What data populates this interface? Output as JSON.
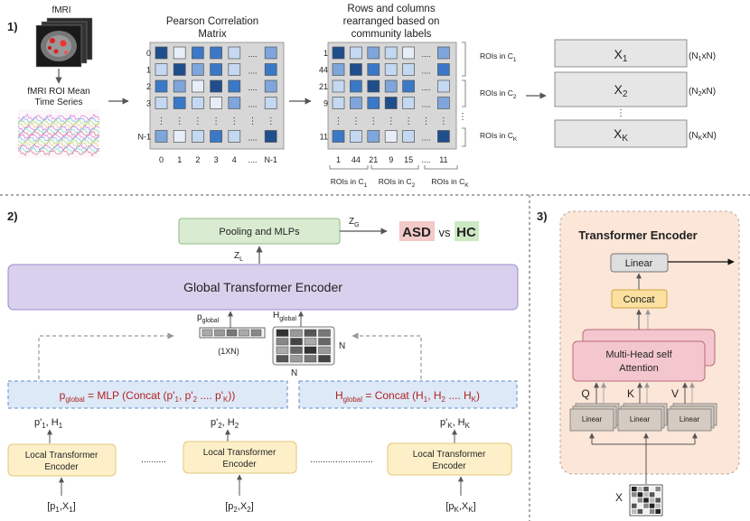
{
  "colors": {
    "navy": "#1f4e8c",
    "blue": "#3b78c7",
    "mid": "#7ea6dc",
    "light": "#c5d8f1",
    "pale": "#e8eef8",
    "global_encoder_fill": "#d8d0ec",
    "global_encoder_stroke": "#9b8cc8",
    "pool_fill": "#d9ecd2",
    "pool_stroke": "#90b884",
    "local_fill": "#fdf0c9",
    "local_stroke": "#e2c77a",
    "formula_fill": "#dde9f7",
    "formula_stroke": "#5a8ccb",
    "formula_text": "#b22222",
    "asd_bg": "#f3c9c9",
    "hc_bg": "#cde9c3",
    "panel3_fill": "#fbe6d8",
    "panel3_stroke": "#b5a79c",
    "attn_fill": "#f4c7cf",
    "attn_stroke": "#b96b78",
    "concat_fill": "#fbe0a0",
    "concat_stroke": "#d1a53c",
    "linear_fill": "#dedede",
    "linear_stroke": "#777777",
    "small_linear_fill": "#d5cbc2"
  },
  "panel1": {
    "label": "1)",
    "fmri": {
      "title": "fMRI",
      "ts_title_line1": "fMRI ROI Mean",
      "ts_title_line2": "Time Series"
    },
    "pearson": {
      "title_line1": "Pearson Correlation",
      "title_line2": "Matrix",
      "row_labels": [
        "0",
        "1",
        "2",
        "3",
        "",
        "N-1"
      ],
      "col_labels": [
        "0",
        "1",
        "2",
        "3",
        "4",
        "....",
        "N-1"
      ],
      "cells": [
        [
          "navy",
          "pale",
          "blue",
          "blue",
          "light",
          "",
          "mid"
        ],
        [
          "light",
          "navy",
          "mid",
          "blue",
          "light",
          "",
          "blue"
        ],
        [
          "blue",
          "mid",
          "pale",
          "navy",
          "blue",
          "",
          "mid"
        ],
        [
          "light",
          "blue",
          "light",
          "pale",
          "mid",
          "",
          "light"
        ],
        [
          "",
          "",
          "",
          "",
          "",
          "",
          ""
        ],
        [
          "mid",
          "pale",
          "light",
          "blue",
          "light",
          "",
          "navy"
        ]
      ]
    },
    "rearranged": {
      "title_line1": "Rows and columns",
      "title_line2": "rearranged based on",
      "title_line3": "community labels",
      "row_labels": [
        "1",
        "44",
        "21",
        "9",
        "",
        "11"
      ],
      "col_labels": [
        "1",
        "44",
        "21",
        "9",
        "15",
        "....",
        "11"
      ],
      "cells": [
        [
          "navy",
          "light",
          "mid",
          "light",
          "pale",
          "",
          "mid"
        ],
        [
          "mid",
          "navy",
          "blue",
          "light",
          "light",
          "",
          "blue"
        ],
        [
          "light",
          "blue",
          "navy",
          "mid",
          "blue",
          "",
          "light"
        ],
        [
          "light",
          "mid",
          "blue",
          "navy",
          "light",
          "",
          "mid"
        ],
        [
          "",
          "",
          "",
          "",
          "",
          "",
          ""
        ],
        [
          "blue",
          "light",
          "mid",
          "pale",
          "light",
          "",
          "navy"
        ]
      ],
      "group_labels": [
        {
          "main": "ROIs in C",
          "sub": "1"
        },
        {
          "main": "ROIs in C",
          "sub": "2"
        },
        {
          "main": "ROIs in C",
          "sub": "K"
        }
      ]
    },
    "brace_labels": [
      {
        "main": "ROIs in C",
        "sub": "1"
      },
      {
        "main": "ROIs in C",
        "sub": "2"
      },
      {
        "main": "ROIs in C",
        "sub": "K"
      }
    ],
    "x_blocks": [
      {
        "main": "X",
        "sub": "1",
        "dim_a": "(N",
        "dim_sub": "1",
        "dim_b": "xN)"
      },
      {
        "main": "X",
        "sub": "2",
        "dim_a": "(N",
        "dim_sub": "2",
        "dim_b": "xN)"
      },
      {
        "main": "X",
        "sub": "K",
        "dim_a": "(N",
        "dim_sub": "K",
        "dim_b": "xN)"
      }
    ]
  },
  "panel2": {
    "label": "2)",
    "pooling": "Pooling and MLPs",
    "zg": {
      "main": "Z",
      "sub": "G"
    },
    "zl": {
      "main": "Z",
      "sub": "L"
    },
    "result": {
      "asd": "ASD",
      "vs": "vs",
      "hc": "HC"
    },
    "global_encoder": "Global Transformer Encoder",
    "p_global": {
      "main": "p",
      "sub": "global"
    },
    "h_global": {
      "main": "H",
      "sub": "global"
    },
    "dim_1xn": "(1XN)",
    "n_label": "N",
    "formula_left": {
      "p": "p",
      "p_sub": "global",
      "text": " = MLP (Concat (p'",
      "s1": "1",
      "t2": ", p'",
      "s2": "2",
      "t3": " .... p'",
      "sK": "K",
      "t4": "))"
    },
    "formula_right": {
      "h": "H",
      "h_sub": "global",
      "text": " = Concat (H",
      "s1": "1",
      "t2": ", H",
      "s2": "2",
      "t3": " .... H",
      "sK": "K",
      "t4": ")"
    },
    "outputs": [
      {
        "p": "p'",
        "ps": "1",
        "h": ", H",
        "hs": "1"
      },
      {
        "p": "p'",
        "ps": "2",
        "h": ", H",
        "hs": "2"
      },
      {
        "p": "p'",
        "ps": "K",
        "h": ", H",
        "hs": "K"
      }
    ],
    "local_encoder_line1": "Local Transformer",
    "local_encoder_line2": "Encoder",
    "inputs": [
      {
        "a": "[p",
        "as": "1",
        "b": ",X",
        "bs": "1",
        "c": "]"
      },
      {
        "a": "[p",
        "as": "2",
        "b": ",X",
        "bs": "2",
        "c": "]"
      },
      {
        "a": "[p",
        "as": "K",
        "b": ",X",
        "bs": "K",
        "c": "]"
      }
    ]
  },
  "panel3": {
    "label": "3)",
    "title": "Transformer Encoder",
    "linear": "Linear",
    "concat": "Concat",
    "attention_line1": "Multi-Head self",
    "attention_line2": "Attention",
    "qkv": [
      "Q",
      "K",
      "V"
    ],
    "small_linear": "Linear",
    "x_label": "X"
  }
}
